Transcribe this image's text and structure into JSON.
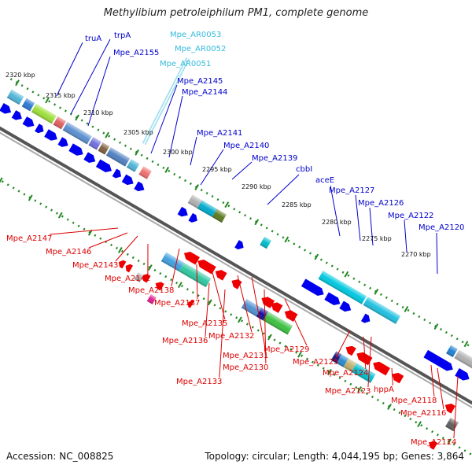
{
  "title": "Methylibium petroleiphilum PM1, complete genome",
  "footer": {
    "accession": "Accession: NC_008825",
    "summary": "Topology: circular; Length: 4,044,195 bp; Genes: 3,864"
  },
  "colors": {
    "forward_label": "#0000cc",
    "reverse_label": "#dd0000",
    "rna_label": "#33bbdd",
    "forward_arrow": "#0000ee",
    "reverse_arrow": "#ee0000",
    "backbone": "#888888",
    "tick": "#228822"
  },
  "position_labels": [
    "2320 kbp",
    "2315 kbp",
    "2310 kbp",
    "2305 kbp",
    "2300 kbp",
    "2295 kbp",
    "2290 kbp",
    "2285 kbp",
    "2280 kbp",
    "2275 kbp",
    "2270 kbp"
  ],
  "forward_genes": [
    "truA",
    "trpA",
    "Mpe_A2155",
    "Mpe_A2145",
    "Mpe_A2144",
    "Mpe_A2141",
    "Mpe_A2140",
    "Mpe_A2139",
    "cbbI",
    "aceE",
    "Mpe_A2127",
    "Mpe_A2126",
    "Mpe_A2122",
    "Mpe_A2120"
  ],
  "rna_genes": [
    "Mpe_AR0053",
    "Mpe_AR0052",
    "Mpe_AR0051"
  ],
  "reverse_genes": [
    "Mpe_A2147",
    "Mpe_A2146",
    "Mpe_A2143",
    "Mpe_A2142",
    "Mpe_A2138",
    "Mpe_A2137",
    "Mpe_A2135",
    "Mpe_A2136",
    "Mpe_A2132",
    "Mpe_A2131",
    "Mpe_A2130",
    "Mpe_A2133",
    "Mpe_A2129",
    "Mpe_A2125",
    "Mpe_A2124",
    "Mpe_A2123",
    "hppA",
    "Mpe_A2118",
    "Mpe_A2116",
    "Mpe_A2114"
  ]
}
